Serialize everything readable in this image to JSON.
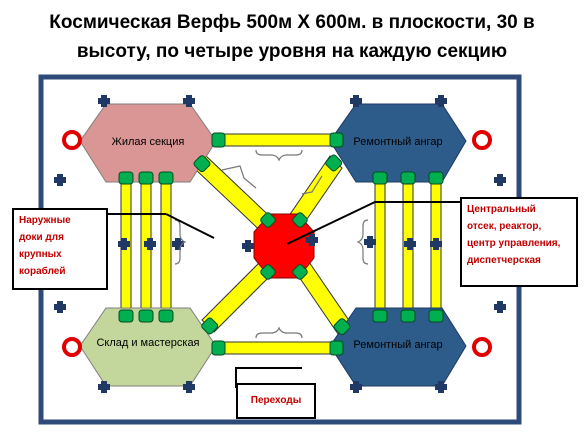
{
  "title": {
    "line1": "Космическая Верфь 500м Х 600м. в плоскости, 30 в",
    "line2": "высоту, по четыре уровня на каждую секцию"
  },
  "sections": {
    "top_left": "Жилая секция",
    "top_right": "Ремонтный ангар",
    "bottom_left": "Склад и мастерская",
    "bottom_right": "Ремонтный ангар"
  },
  "callouts": {
    "docks": [
      "Наружные",
      "доки для",
      "крупных",
      "кораблей"
    ],
    "center": [
      "Центральный",
      "отсек, реактор,",
      "центр управления,",
      "диспетчерская"
    ],
    "transitions": "Переходы"
  },
  "colors": {
    "frame_border": "#2E4A78",
    "frame_fill": "#ffffff",
    "top_left_hex": "#D99694",
    "bottom_left_hex": "#C3D69B",
    "right_hex": "#2E5C8A",
    "center": "#FF0000",
    "corridor": "#FFFF00",
    "connector": "#00B050",
    "dock_ring": "#E00000",
    "mount": "#1F3864",
    "callout_text": "#C00000"
  }
}
